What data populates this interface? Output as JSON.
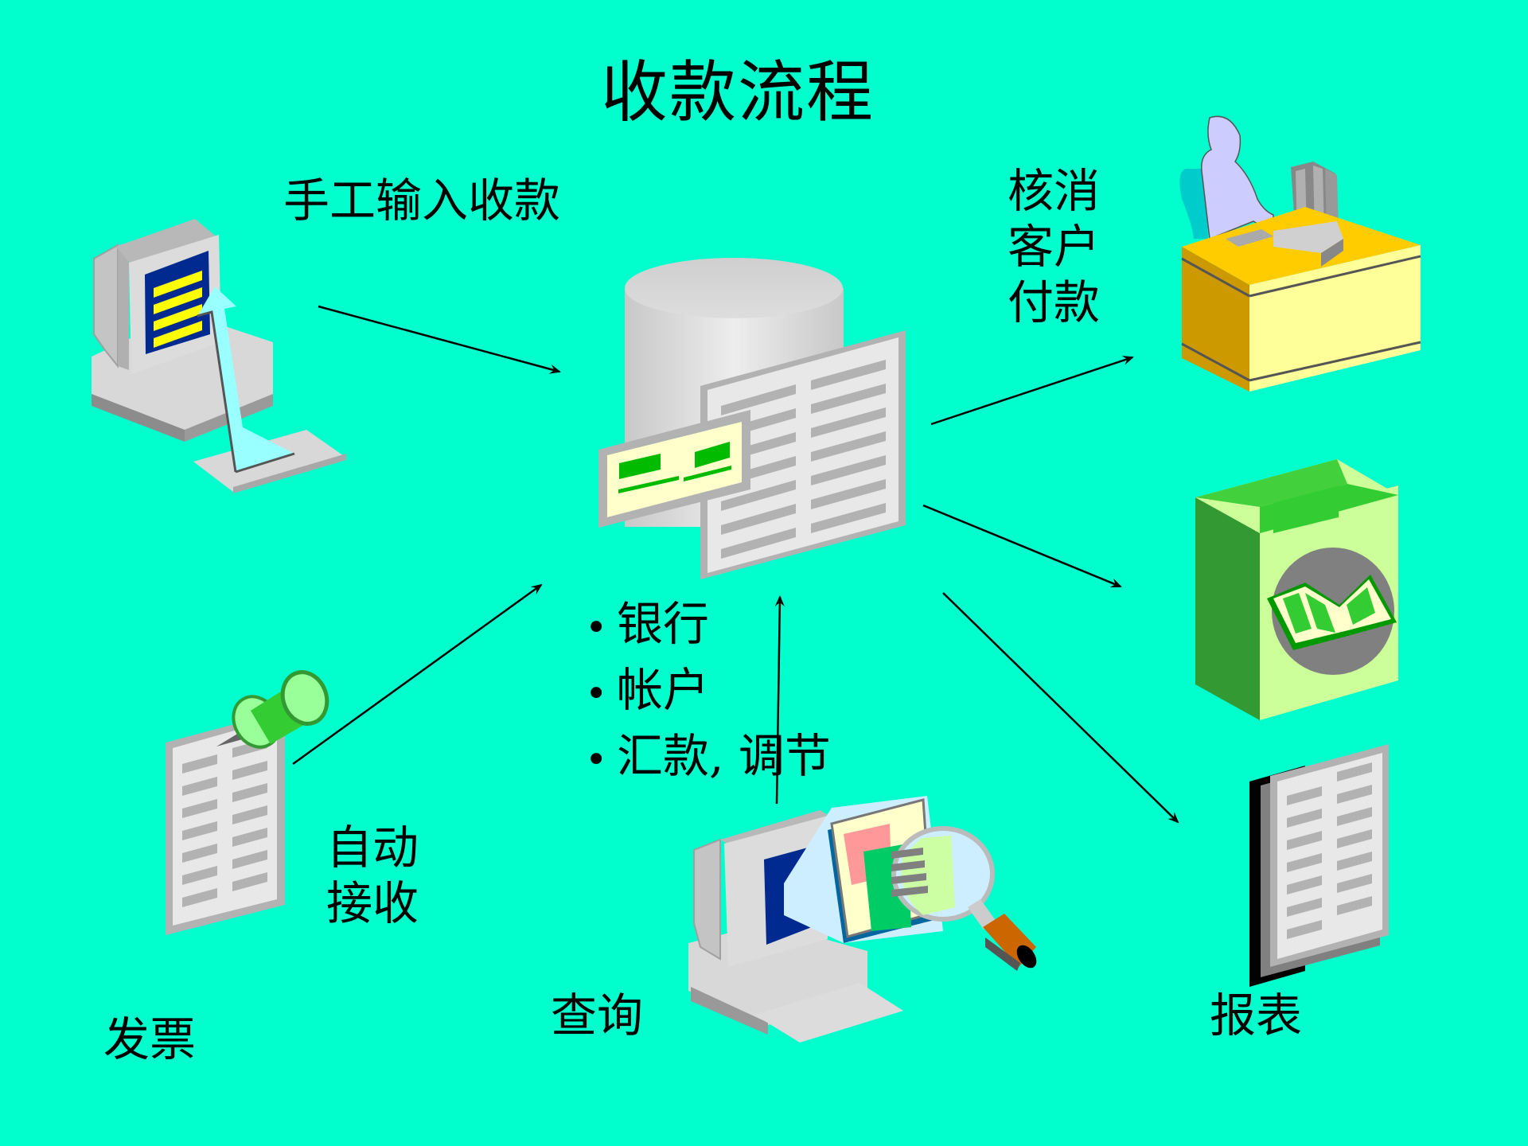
{
  "title": "收款流程",
  "nodes": {
    "manual_entry": {
      "label": "手工输入收款",
      "icon": "computer-with-arrow-icon"
    },
    "database": {
      "icon": "database-with-documents-icon"
    },
    "bank_items": [
      "银行",
      "帐户",
      "汇款, 调节"
    ],
    "apply_payment": {
      "lines": [
        "核消",
        "客户",
        "付款"
      ],
      "icon": "person-at-desk-icon"
    },
    "ledger": {
      "icon": "book-box-icon"
    },
    "report": {
      "label": "报表",
      "icon": "report-document-icon"
    },
    "invoice": {
      "label": "发票",
      "icon": "pinned-document-icon"
    },
    "auto_receive": {
      "lines": [
        "自动",
        "接收"
      ]
    },
    "query": {
      "label": "查询",
      "icon": "computer-magnifier-icon"
    }
  },
  "colors": {
    "background": "#00FFCC",
    "arrow": "#000000",
    "desk_top": "#FFCC00",
    "desk_side": "#CC9900",
    "desk_front": "#FFFF99",
    "box_green_dark": "#339933",
    "box_green_light": "#CCFF99",
    "box_green_mid": "#33CC33",
    "screen_blue": "#002A8F",
    "screen_yellow": "#FFFF00",
    "paper_gray": "#E8E8E8",
    "paper_border": "#B2B2B2",
    "check_yellow": "#FFFFCC",
    "check_green": "#00BB00",
    "person_lilac": "#CCCCFF"
  }
}
